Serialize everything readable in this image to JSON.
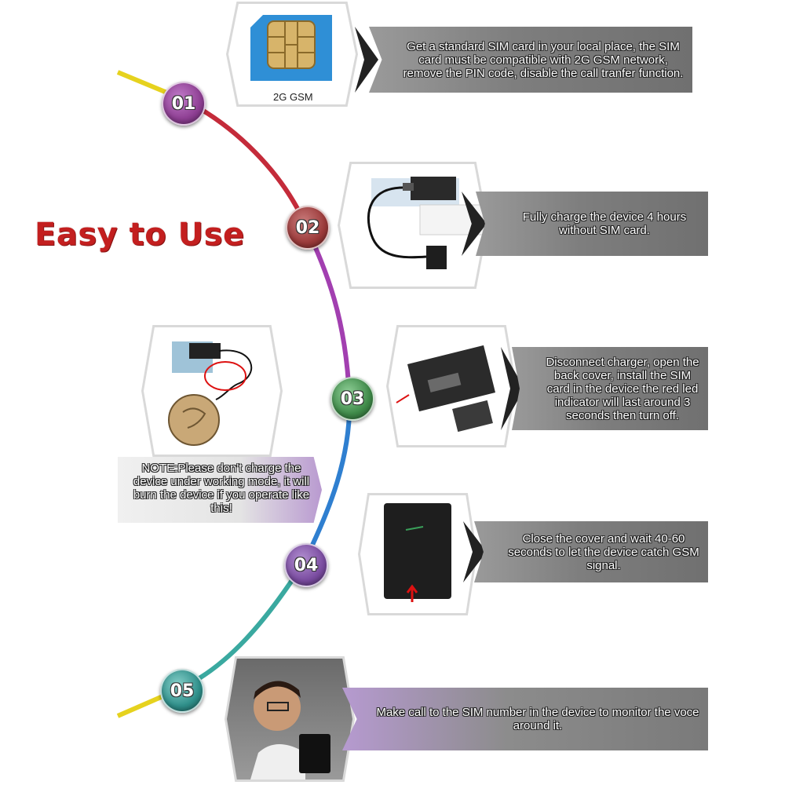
{
  "title": "Easy to Use",
  "sim_label": "2G GSM",
  "note": "NOTE:Please don't charge the device under working mode, it will burn the device if you operate like this!",
  "steps": [
    {
      "number": "01",
      "text": "Get a standard SIM card in your local place, the SIM card must be compatible with 2G GSM network, remove the PIN code, disable the call tranfer function.",
      "color": "#8e3f93"
    },
    {
      "number": "02",
      "text": "Fully charge the device 4 hours without SIM card.",
      "color": "#9b3a3a"
    },
    {
      "number": "03",
      "text": "Disconnect charger, open the back cover, install the SIM card in the device the red led indicator will last around 3 seconds then turn off.",
      "color": "#3f8a49"
    },
    {
      "number": "04",
      "text": "Close the cover and wait 40-60 seconds to let the device catch GSM signal.",
      "color": "#7a4ca0"
    },
    {
      "number": "05",
      "text": "Make call to the SIM number in the device to monitor the voce around it.",
      "color": "#2f8f8a"
    }
  ],
  "icons": [
    "sim-card-icon",
    "charger-icon",
    "warning-photo",
    "device-open-icon",
    "device-closed-icon",
    "person-phone-icon"
  ]
}
